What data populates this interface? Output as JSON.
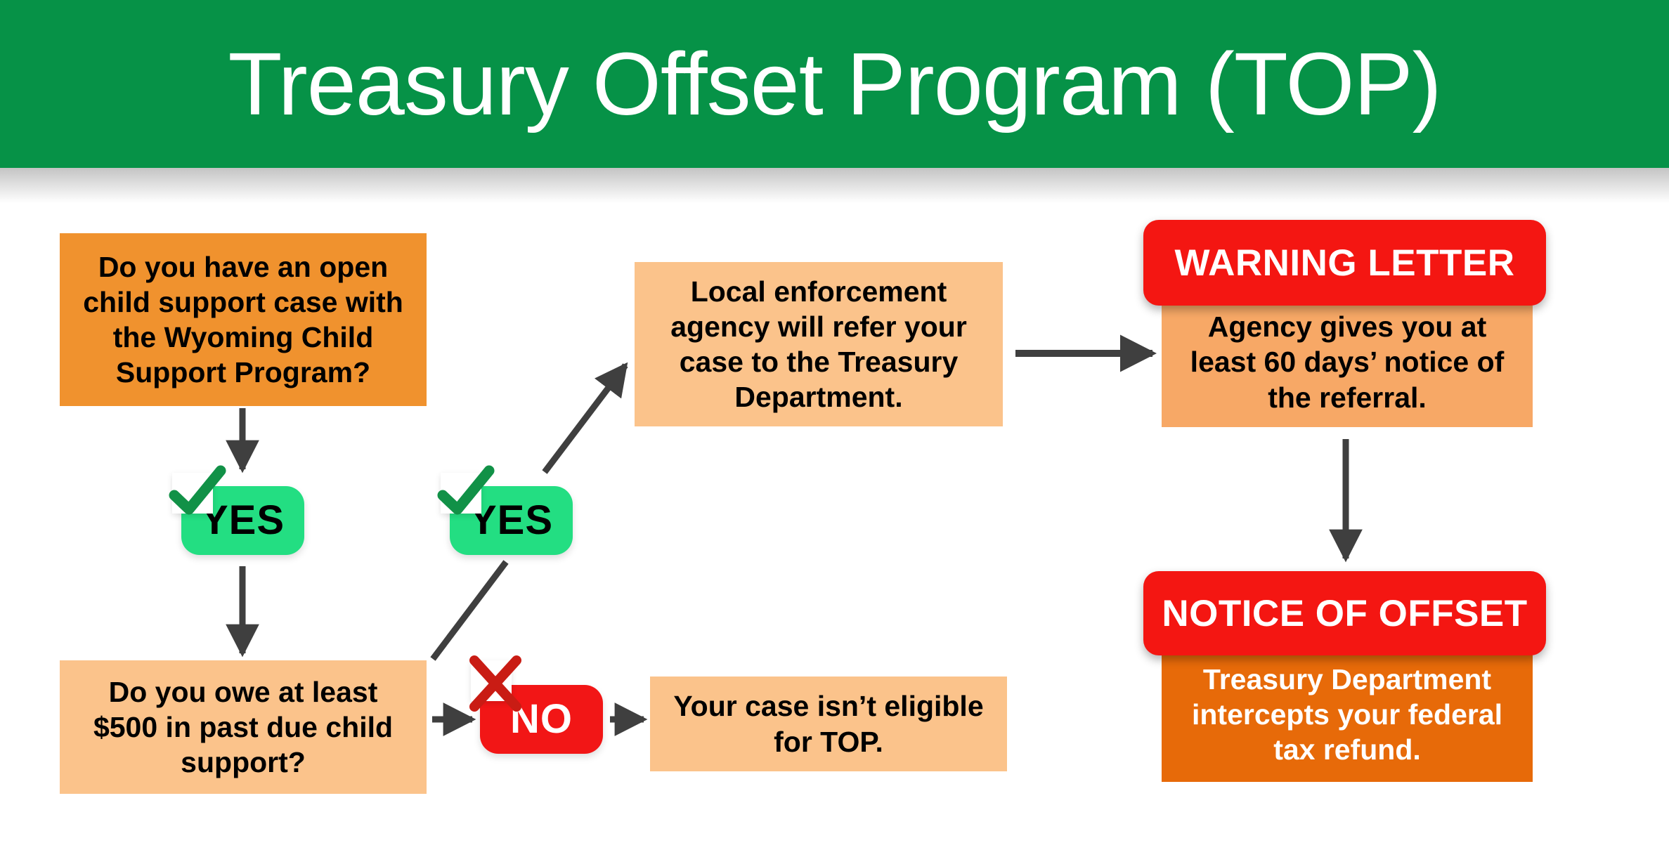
{
  "header": {
    "title": "Treasury Offset Program (TOP)",
    "background_color": "#069247",
    "text_color": "#FFFFFF"
  },
  "colors": {
    "header_green": "#069247",
    "box_orange_dark": "#F0922E",
    "box_orange_light": "#FBC38B",
    "box_orange_mid": "#F7A866",
    "box_orange_deep": "#E76A09",
    "banner_red": "#F41612",
    "pill_green": "#23DE82",
    "pill_red": "#F21616",
    "arrow_gray": "#3F3F3F",
    "check_green": "#119147",
    "cross_red": "#C91C14"
  },
  "flow": {
    "boxes": [
      {
        "id": "open-case",
        "name": "open-child-support-case-question",
        "text": "Do you have an open child support case with the Wyoming Child Support Program?",
        "fill": "#F0922E",
        "text_color": "#000000"
      },
      {
        "id": "owe-500",
        "name": "owe-past-due-question",
        "text": "Do you owe at least $500 in past due child support?",
        "fill": "#FBC38B",
        "text_color": "#000000"
      },
      {
        "id": "local-agency",
        "name": "local-agency-referral-step",
        "text": "Local enforcement agency will refer your case to the Treasury Department.",
        "fill": "#FBC38B",
        "text_color": "#000000"
      },
      {
        "id": "not-eligible",
        "name": "not-eligible-outcome",
        "text": "Your case isn’t eligible for TOP.",
        "fill": "#FBC38B",
        "text_color": "#000000"
      }
    ],
    "stacked_boxes": [
      {
        "id": "warning-letter",
        "name": "warning-letter-step",
        "banner_label": "WARNING LETTER",
        "body_text": "Agency gives you at least 60 days’ notice of the referral.",
        "banner_fill": "#F41612",
        "body_fill": "#F7A866",
        "body_text_color": "#000000"
      },
      {
        "id": "notice-of-offset",
        "name": "notice-of-offset-step",
        "banner_label": "NOTICE OF OFFSET",
        "body_text": "Treasury Department intercepts your federal tax refund.",
        "banner_fill": "#F41612",
        "body_fill": "#E76A09",
        "body_text_color": "#FFFFFF"
      }
    ],
    "decisions": [
      {
        "id": "yes-1",
        "name": "yes-badge-open-case",
        "label": "YES",
        "mark": "check-mark-icon",
        "fill": "#23DE82",
        "text_color": "#000000"
      },
      {
        "id": "yes-2",
        "name": "yes-badge-owe-500",
        "label": "YES",
        "mark": "check-mark-icon",
        "fill": "#23DE82",
        "text_color": "#000000"
      },
      {
        "id": "no-1",
        "name": "no-badge-owe-500",
        "label": "NO",
        "mark": "cross-mark-icon",
        "fill": "#F21616",
        "text_color": "#FFFFFF"
      }
    ],
    "connectors": [
      {
        "id": "c1",
        "name": "arrow-open-case-to-yes",
        "from": "open-case",
        "to": "yes-1",
        "direction": "down"
      },
      {
        "id": "c2",
        "name": "arrow-yes-to-owe-question",
        "from": "yes-1",
        "to": "owe-500",
        "direction": "down"
      },
      {
        "id": "c3",
        "name": "arrow-owe-question-to-yes",
        "from": "owe-500",
        "to": "yes-2",
        "direction": "diagonal-up-right"
      },
      {
        "id": "c4",
        "name": "arrow-yes-to-local-agency",
        "from": "yes-2",
        "to": "local-agency",
        "direction": "diagonal-up-right"
      },
      {
        "id": "c5",
        "name": "arrow-owe-question-to-no",
        "from": "owe-500",
        "to": "no-1",
        "direction": "right"
      },
      {
        "id": "c6",
        "name": "arrow-no-to-not-eligible",
        "from": "no-1",
        "to": "not-eligible",
        "direction": "right"
      },
      {
        "id": "c7",
        "name": "arrow-local-agency-to-warning-letter",
        "from": "local-agency",
        "to": "warning-letter",
        "direction": "right"
      },
      {
        "id": "c8",
        "name": "arrow-warning-letter-to-notice-of-offset",
        "from": "warning-letter",
        "to": "notice-of-offset",
        "direction": "down"
      }
    ]
  }
}
